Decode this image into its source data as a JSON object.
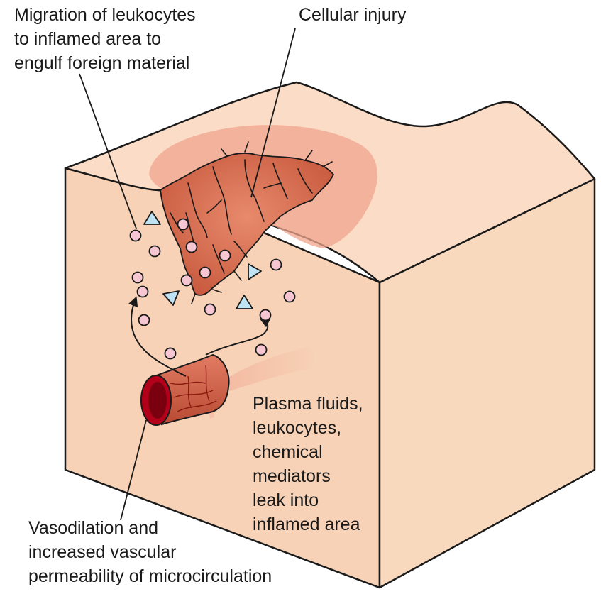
{
  "labels": {
    "leukocyte_migration": [
      "Migration of leukocytes",
      "to inflamed area to",
      "engulf foreign material"
    ],
    "cellular_injury": [
      "Cellular injury"
    ],
    "plasma_leak": [
      "Plasma fluids,",
      "leukocytes,",
      "chemical",
      "mediators",
      "leak into",
      "inflamed area"
    ],
    "vasodilation": [
      "Vasodilation and",
      "increased vascular",
      "permeability of microcirculation"
    ]
  },
  "colors": {
    "tissue_top": "#fbdcc6",
    "tissue_front": "#f7d2b6",
    "tissue_side": "#f9d9bd",
    "outline": "#1a1a1a",
    "inflamed_halo": "#f0a48c",
    "wound": "#d2674c",
    "vessel": "#c9583f",
    "vessel_lumen": "#b3001a",
    "leukocyte": "#f6c6d2",
    "mediator": "#bfe3f3"
  },
  "icons": {
    "leukocyte": "pink-circle",
    "chemical_mediator": "blue-triangle"
  }
}
